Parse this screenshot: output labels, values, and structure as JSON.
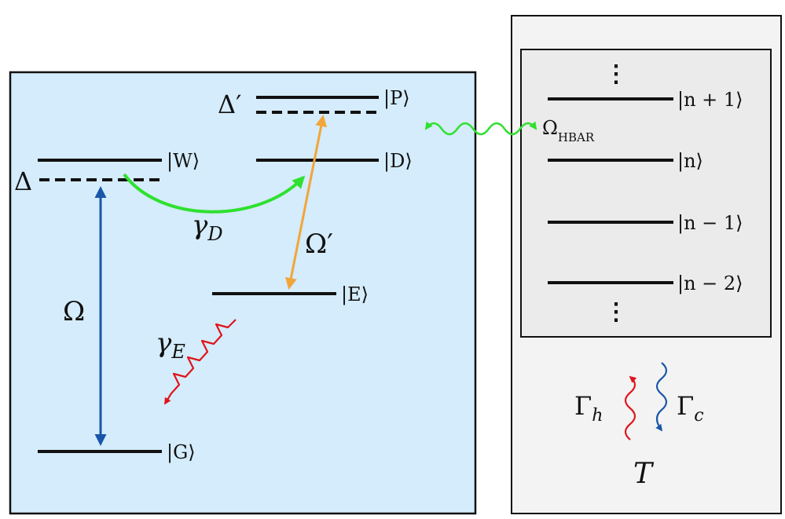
{
  "colors": {
    "left_panel_fill": "#d4ecfb",
    "right_panel_fill": "#f3f3f3",
    "inner_box_fill": "#ebebeb",
    "omega_arrow": "#1a56a8",
    "omega_prime_arrow": "#f2a53a",
    "gamma_d_arrow": "#2fe02f",
    "gamma_e_wave": "#e0141b",
    "hbar_wave": "#2fe02f",
    "gamma_h_wave": "#e0141b",
    "gamma_c_wave": "#1a56a8"
  },
  "levels": {
    "W": "|W⟩",
    "D": "|D⟩",
    "P": "|P⟩",
    "E": "|E⟩",
    "G": "|G⟩"
  },
  "detunings": {
    "delta": "Δ",
    "delta_prime": "Δ′"
  },
  "couplings": {
    "omega": "Ω",
    "omega_prime": "Ω′",
    "gamma_d_base": "γ",
    "gamma_d_sub": "D",
    "gamma_e_base": "γ",
    "gamma_e_sub": "E",
    "hbar_base": "Ω",
    "hbar_sub": "HBAR"
  },
  "phonon_levels": {
    "dots": "⋮",
    "n_plus_1": "|n + 1⟩",
    "n": "|n⟩",
    "n_minus_1": "|n − 1⟩",
    "n_minus_2": "|n − 2⟩"
  },
  "bath": {
    "gamma_h_base": "Γ",
    "gamma_h_sub": "h",
    "gamma_c_base": "Γ",
    "gamma_c_sub": "c",
    "temperature": "T"
  }
}
